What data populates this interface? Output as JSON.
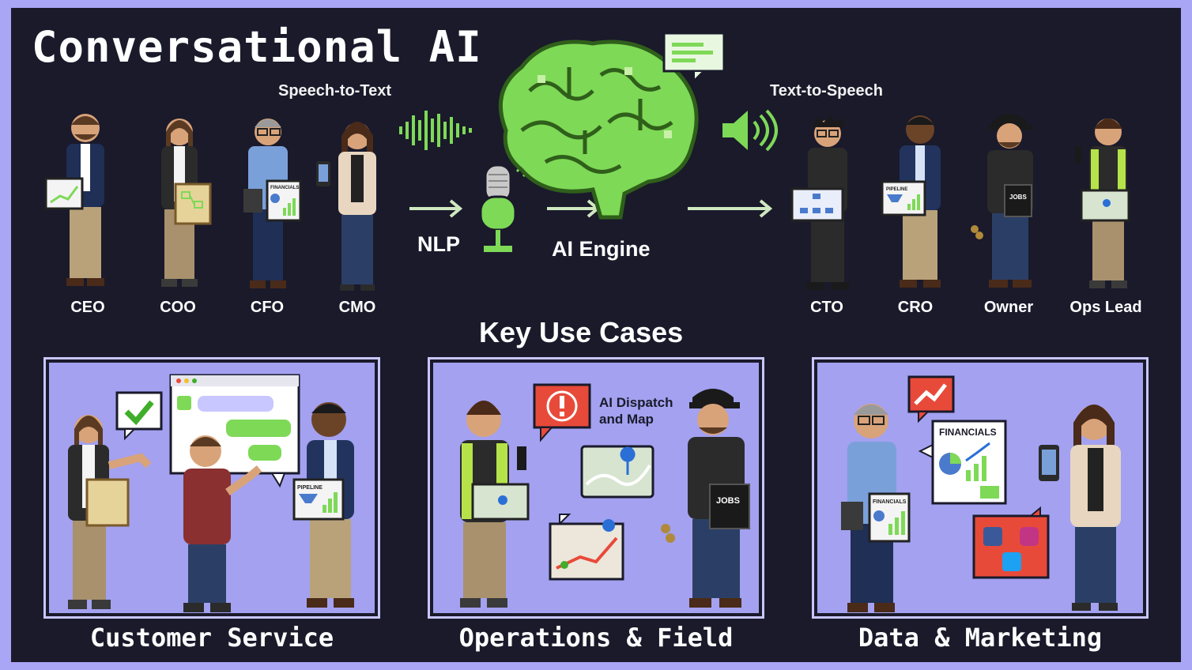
{
  "title": "Conversational AI",
  "flow": {
    "speech_to_text": "Speech-to-Text",
    "text_to_speech": "Text-to-Speech",
    "nlp": "NLP",
    "ai_engine": "AI Engine"
  },
  "roles_left": [
    "CEO",
    "COO",
    "CFO",
    "CMO"
  ],
  "roles_right": [
    "CTO",
    "CRO",
    "Owner",
    "Ops Lead"
  ],
  "key_use_cases": "Key Use Cases",
  "props": {
    "financials_small": "FINANCIALS",
    "pipeline": "PIPELINE",
    "jobs": "JOBS"
  },
  "panels": [
    {
      "label": "Customer Service"
    },
    {
      "label": "Operations & Field",
      "callout": "AI Dispatch and Map",
      "callout_line1": "AI Dispatch",
      "callout_line2": "and Map"
    },
    {
      "label": "Data & Marketing",
      "doc_title": "FINANCIALS"
    }
  ],
  "colors": {
    "background": "#1a1a2b",
    "frame": "#a9a6f5",
    "panel": "#a3a1f0",
    "accent_green": "#7ed957",
    "arrow": "#cfe8c0"
  }
}
